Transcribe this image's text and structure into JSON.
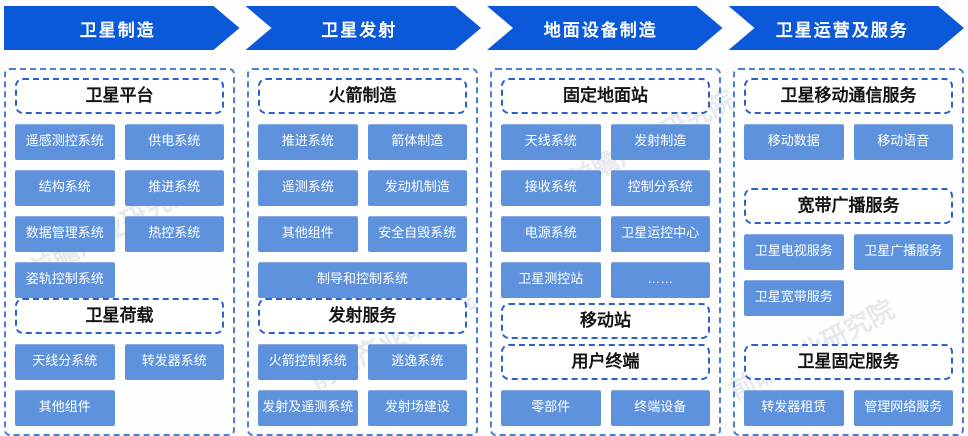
{
  "watermark": {
    "text": "前瞻产业研究院"
  },
  "colors": {
    "arrow_blue": "#0b58d8",
    "tile_blue": "#5e92dc",
    "dashed_border_blue": "#2c60cc",
    "tile_text": "#ffffff",
    "header_text": "#141414"
  },
  "columns": [
    {
      "stage": "卫星制造",
      "sections": [
        {
          "title": "卫星平台",
          "items": [
            "遥感测控系统",
            "供电系统",
            "结构系统",
            "推进系统",
            "数据管理系统",
            "热控系统",
            "姿轨控制系统"
          ]
        },
        {
          "title": "卫星荷载",
          "items": [
            "天线分系统",
            "转发器系统",
            "其他组件"
          ]
        }
      ]
    },
    {
      "stage": "卫星发射",
      "sections": [
        {
          "title": "火箭制造",
          "items": [
            "推进系统",
            "箭体制造",
            "遥测系统",
            "发动机制造",
            "其他组件",
            "安全自毁系统",
            "制导和控制系统"
          ]
        },
        {
          "title": "发射服务",
          "items": [
            "火箭控制系统",
            "逃逸系统",
            "发射及遥测系统",
            "发射场建设"
          ]
        }
      ]
    },
    {
      "stage": "地面设备制造",
      "sections": [
        {
          "title": "固定地面站",
          "items": [
            "天线系统",
            "发射制造",
            "接收系统",
            "控制分系统",
            "电源系统",
            "卫星运控中心",
            "卫星测控站",
            "……"
          ]
        },
        {
          "title": "移动站",
          "items": []
        },
        {
          "title": "用户终端",
          "items": [
            "零部件",
            "终端设备"
          ]
        }
      ]
    },
    {
      "stage": "卫星运营及服务",
      "sections": [
        {
          "title": "卫星移动通信服务",
          "items": [
            "移动数据",
            "移动语音"
          ]
        },
        {
          "title": "宽带广播服务",
          "items": [
            "卫星电视服务",
            "卫星广播服务",
            "卫星宽带服务"
          ]
        },
        {
          "title": "卫星固定服务",
          "items": [
            "转发器租赁",
            "管理网络服务"
          ]
        }
      ]
    }
  ]
}
